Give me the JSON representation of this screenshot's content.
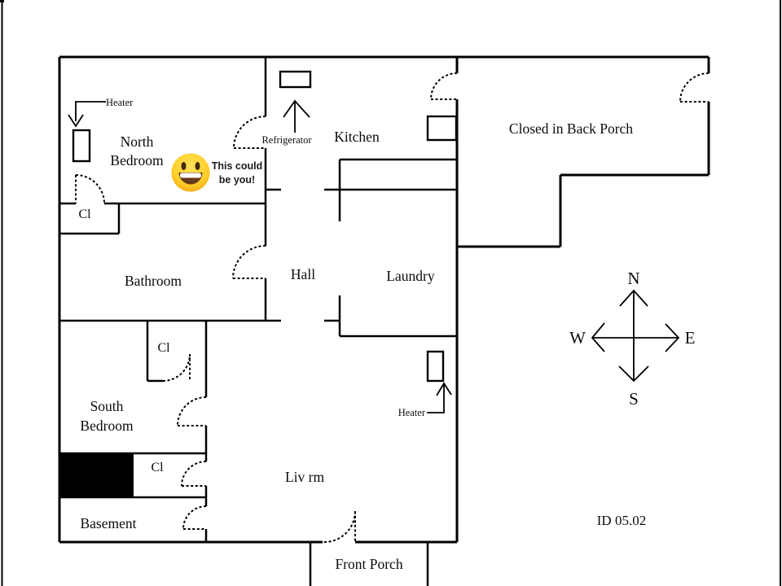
{
  "labels": {
    "north_bedroom_1": "North",
    "north_bedroom_2": "Bedroom",
    "kitchen": "Kitchen",
    "back_porch": "Closed in Back Porch",
    "bathroom": "Bathroom",
    "hall": "Hall",
    "laundry": "Laundry",
    "south_bedroom_1": "South",
    "south_bedroom_2": "Bedroom",
    "living_room": "Liv rm",
    "basement": "Basement",
    "front_porch": "Front Porch",
    "closet_north": "Cl",
    "closet_middle": "Cl",
    "closet_south": "Cl",
    "heater_north": "Heater",
    "heater_south": "Heater",
    "refrigerator": "Refrigerator",
    "plan_id": "ID 05.02"
  },
  "compass": {
    "n": "N",
    "e": "E",
    "s": "S",
    "w": "W"
  },
  "annotation": {
    "line1": "This could",
    "line2": "be you!",
    "emoji": "grinning-face"
  },
  "colors": {
    "wall": "#000000",
    "background": "#ffffff",
    "emoji_yellow": "#ffd12b",
    "emoji_orange": "#f59b0b",
    "emoji_mouth": "#66391a",
    "stairs_fill": "#000000"
  }
}
